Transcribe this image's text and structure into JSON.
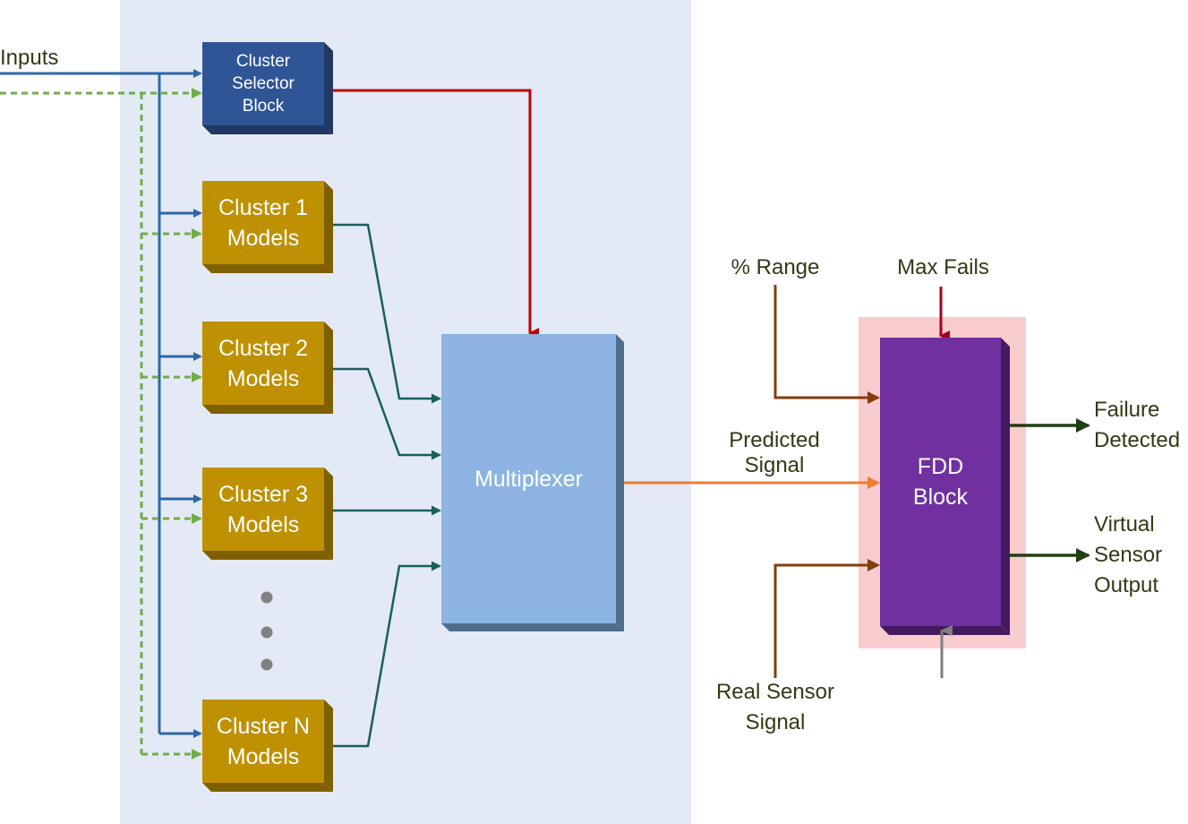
{
  "labels": {
    "inputs": "Inputs",
    "percent_range": "% Range",
    "max_fails": "Max Fails",
    "predicted_signal": [
      "Predicted",
      "Signal"
    ],
    "real_sensor_signal": [
      "Real Sensor",
      "Signal"
    ],
    "failure_detected": [
      "Failure",
      "Detected"
    ],
    "virtual_sensor_output": [
      "Virtual",
      "Sensor",
      "Output"
    ]
  },
  "blocks": {
    "cluster_selector": [
      "Cluster",
      "Selector",
      "Block"
    ],
    "cluster_1": [
      "Cluster 1",
      "Models"
    ],
    "cluster_2": [
      "Cluster 2",
      "Models"
    ],
    "cluster_3": [
      "Cluster 3",
      "Models"
    ],
    "cluster_n": [
      "Cluster N",
      "Models"
    ],
    "multiplexer": "Multiplexer",
    "fdd": [
      "FDD",
      "Block"
    ]
  },
  "colors": {
    "panel": "#e3eaf5",
    "selector_block": "#2f5597",
    "cluster_block": "#bf9000",
    "multiplexer_block": "#8db4e2",
    "fdd_block": "#7030a0",
    "fdd_panel": "#f8cbcc",
    "input_line": "#2e67a8",
    "dashed_line": "#70ad47",
    "selector_line": "#c00000",
    "model_line": "#1a5e5e",
    "predicted_line": "#ed7d31",
    "sensor_line": "#843c0c",
    "output_line": "#203f14",
    "label_text": "#2e3b14"
  }
}
